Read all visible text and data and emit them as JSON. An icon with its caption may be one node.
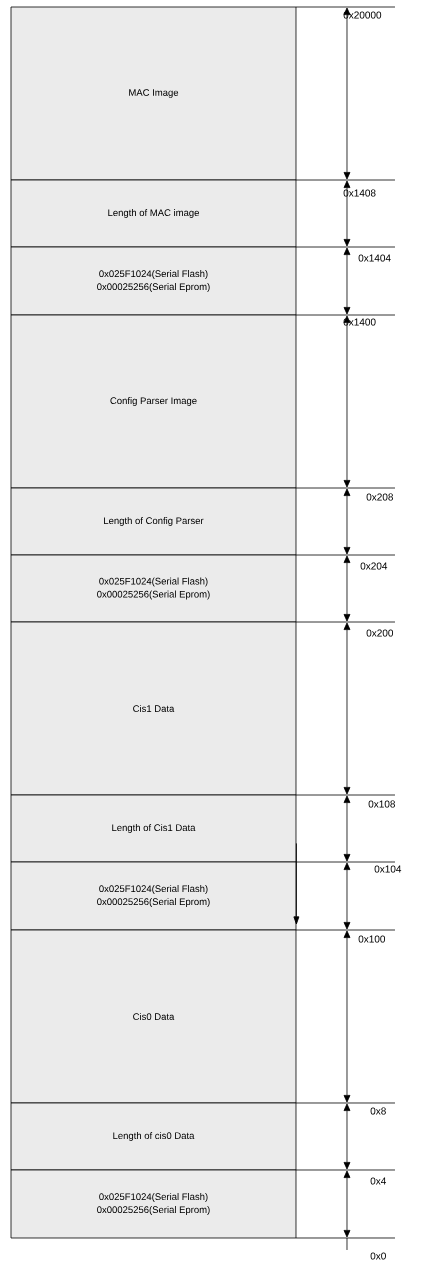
{
  "diagram": {
    "nodes": [
      {
        "text": [
          "MAC Image"
        ]
      },
      {
        "text": [
          "Length of MAC image"
        ]
      },
      {
        "text": [
          "0x025F1024(Serial Flash)",
          "0x00025256(Serial Eprom)"
        ]
      },
      {
        "text": [
          "Config Parser Image"
        ]
      },
      {
        "text": [
          "Length of Config Parser"
        ]
      },
      {
        "text": [
          "0x025F1024(Serial Flash)",
          "0x00025256(Serial Eprom)"
        ]
      },
      {
        "text": [
          "Cis1 Data"
        ]
      },
      {
        "text": [
          "Length of Cis1 Data"
        ]
      },
      {
        "text": [
          "0x025F1024(Serial Flash)",
          "0x00025256(Serial Eprom)"
        ]
      },
      {
        "text": [
          "Cis0 Data"
        ]
      },
      {
        "text": [
          "Length of cis0 Data"
        ]
      },
      {
        "text": [
          "0x025F1024(Serial Flash)",
          "0x00025256(Serial Eprom)"
        ]
      }
    ],
    "edges": [
      {
        "from": 7,
        "to": 8,
        "arrow": "to"
      }
    ],
    "labels": [
      "0x20000",
      "0x1408",
      "0x1404",
      "0x1400",
      "0x208",
      "0x204",
      "0x200",
      "0x108",
      "0x104",
      "0x100",
      "0x8",
      "0x4",
      "0x0"
    ]
  }
}
